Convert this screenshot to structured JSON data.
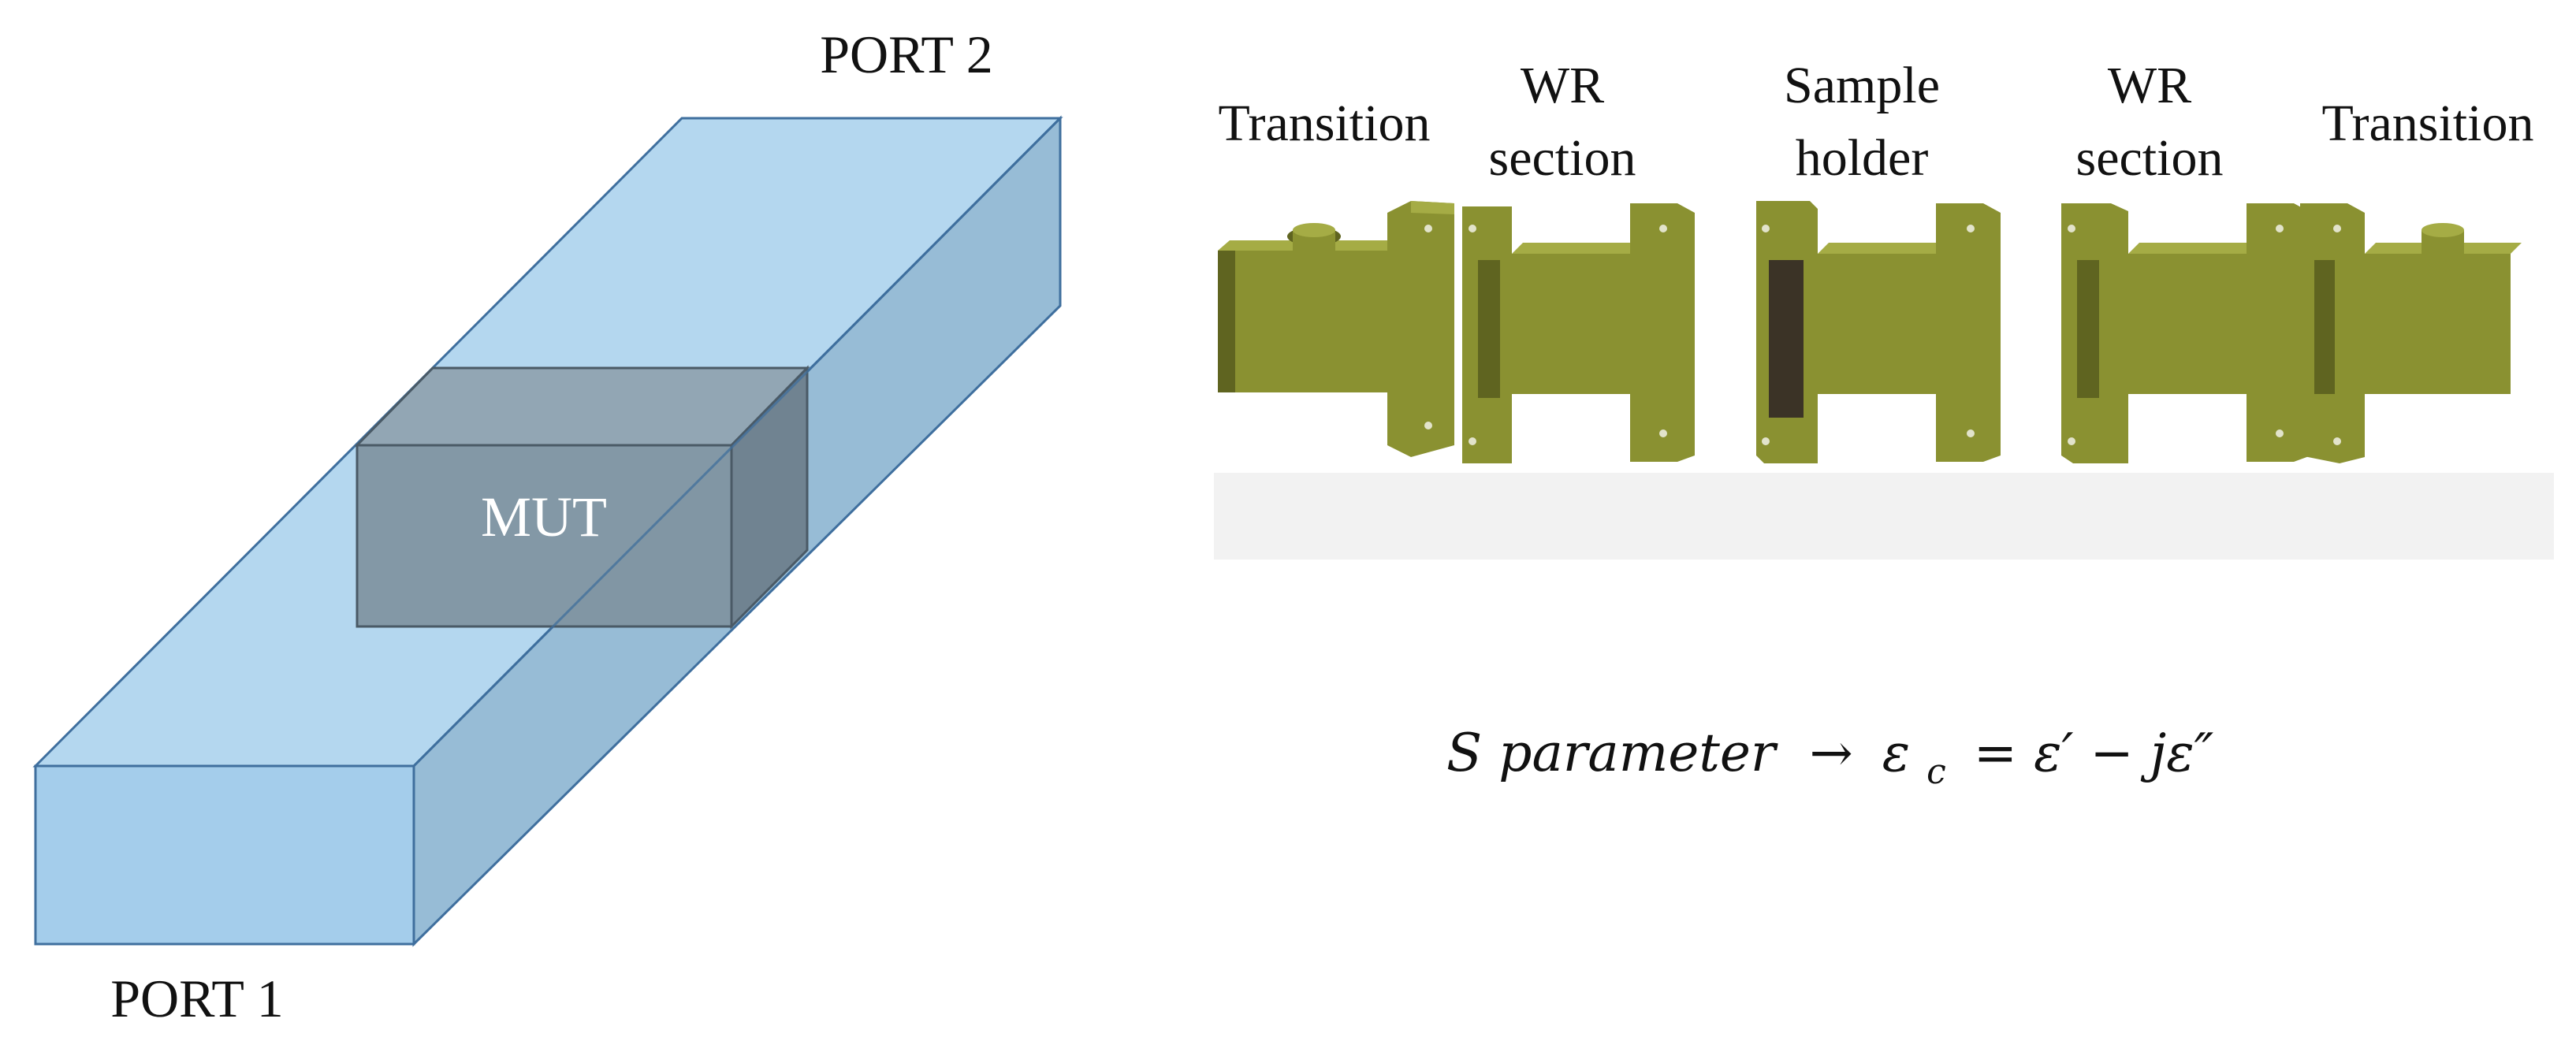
{
  "colors": {
    "waveguide_top": "#b4d7ef",
    "waveguide_side": "#97bcd6",
    "waveguide_front": "#a4cdeb",
    "waveguide_edge": "#3f6f9e",
    "mut_front": "#7f929f",
    "mut_top": "#8fa2af",
    "mut_side": "#6c7e8b",
    "component_olive": "#8a9131",
    "component_olive_light": "#a5ac45",
    "component_olive_dark": "#5f6420",
    "sample_dark": "#3b3326",
    "text": "#111111"
  },
  "waveguide": {
    "port1_label": "PORT 1",
    "port2_label": "PORT 2",
    "mut_label": "MUT"
  },
  "assembly": {
    "components": [
      {
        "label_line1": "Transition",
        "label_line2": ""
      },
      {
        "label_line1": "WR",
        "label_line2": "section"
      },
      {
        "label_line1": "Sample",
        "label_line2": "holder"
      },
      {
        "label_line1": "WR",
        "label_line2": "section"
      },
      {
        "label_line1": "Transition",
        "label_line2": ""
      }
    ]
  },
  "equation": {
    "lhs": "S parameter",
    "arrow": "→",
    "symbol": "ε",
    "subscript": "c",
    "rhs": "= ε′ − jε″"
  }
}
